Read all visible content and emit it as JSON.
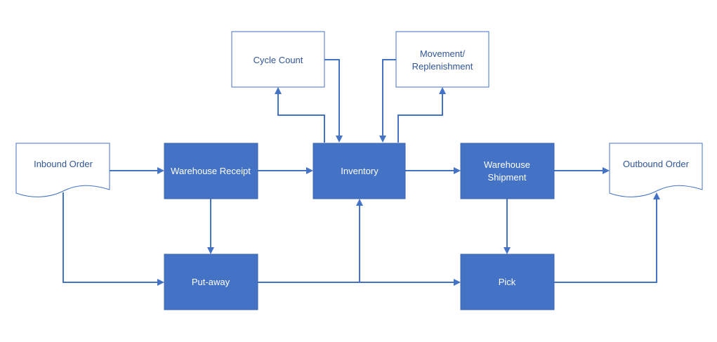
{
  "diagram": {
    "nodes": {
      "inbound_order": "Inbound Order",
      "warehouse_receipt": "Warehouse Receipt",
      "inventory": "Inventory",
      "warehouse_shipment": [
        "Warehouse",
        "Shipment"
      ],
      "outbound_order": "Outbound Order",
      "cycle_count": "Cycle Count",
      "movement": [
        "Movement/",
        "Replenishment"
      ],
      "put_away": "Put-away",
      "pick": "Pick"
    },
    "edges": [
      {
        "from": "Inbound Order",
        "to": "Warehouse Receipt"
      },
      {
        "from": "Inbound Order",
        "to": "Put-away"
      },
      {
        "from": "Warehouse Receipt",
        "to": "Inventory"
      },
      {
        "from": "Warehouse Receipt",
        "to": "Put-away"
      },
      {
        "from": "Inventory",
        "to": "Cycle Count"
      },
      {
        "from": "Cycle Count",
        "to": "Inventory"
      },
      {
        "from": "Inventory",
        "to": "Movement/ Replenishment"
      },
      {
        "from": "Movement/ Replenishment",
        "to": "Inventory"
      },
      {
        "from": "Inventory",
        "to": "Warehouse Shipment"
      },
      {
        "from": "Warehouse Shipment",
        "to": "Outbound Order"
      },
      {
        "from": "Warehouse Shipment",
        "to": "Pick"
      },
      {
        "from": "Put-away",
        "to": "Inventory"
      },
      {
        "from": "Put-away",
        "to": "Pick"
      },
      {
        "from": "Pick",
        "to": "Outbound Order"
      }
    ],
    "colors": {
      "process_fill": "#4472c4",
      "stroke": "#4472c4",
      "light_text": "#2f5597",
      "dark_text": "#ffffff"
    }
  }
}
